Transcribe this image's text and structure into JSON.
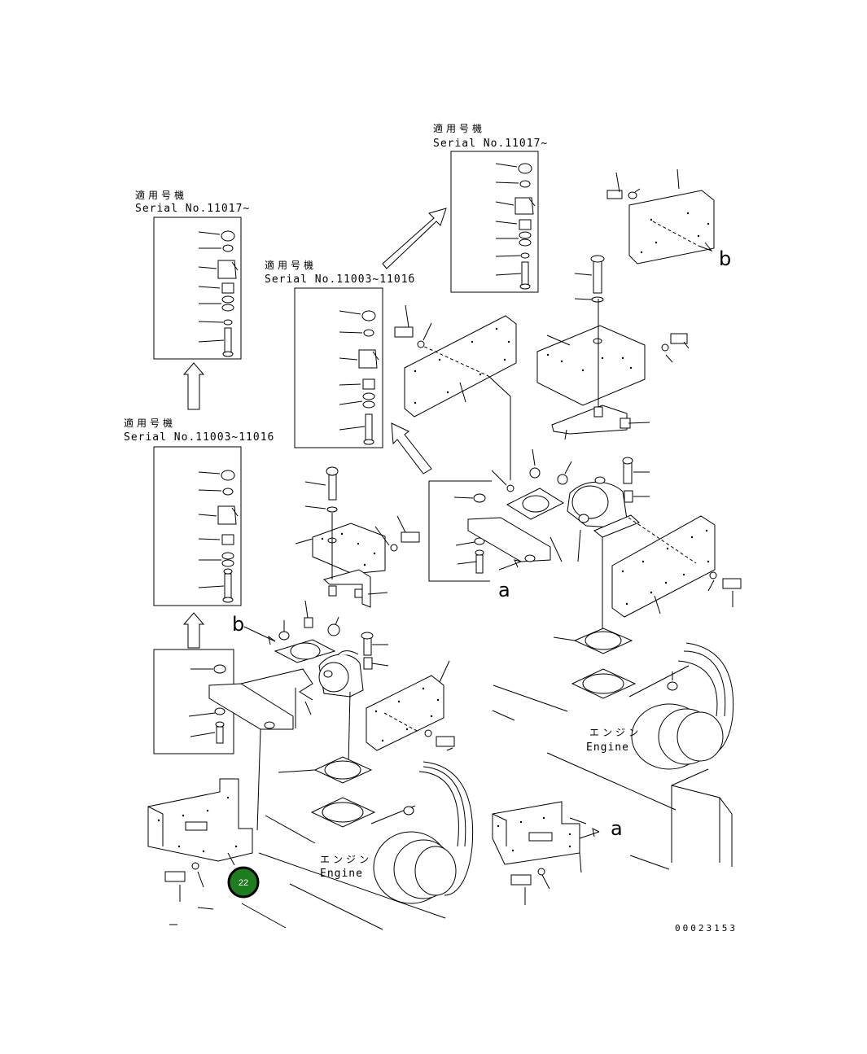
{
  "labels": {
    "applicable_jp": "適用号機",
    "serial_11017": "Serial No.11017~",
    "serial_11003_11016": "Serial No.11003~11016",
    "serial_11003_11016_cut": "Serial No.11003~1101б",
    "engine_jp": "エンジン",
    "engine_en": "Engine",
    "view_a": "a",
    "view_b": "b",
    "drawing_number": "00023153"
  },
  "badge": {
    "number": "22",
    "fill": "#1e7d1e",
    "stroke": "#000000"
  }
}
